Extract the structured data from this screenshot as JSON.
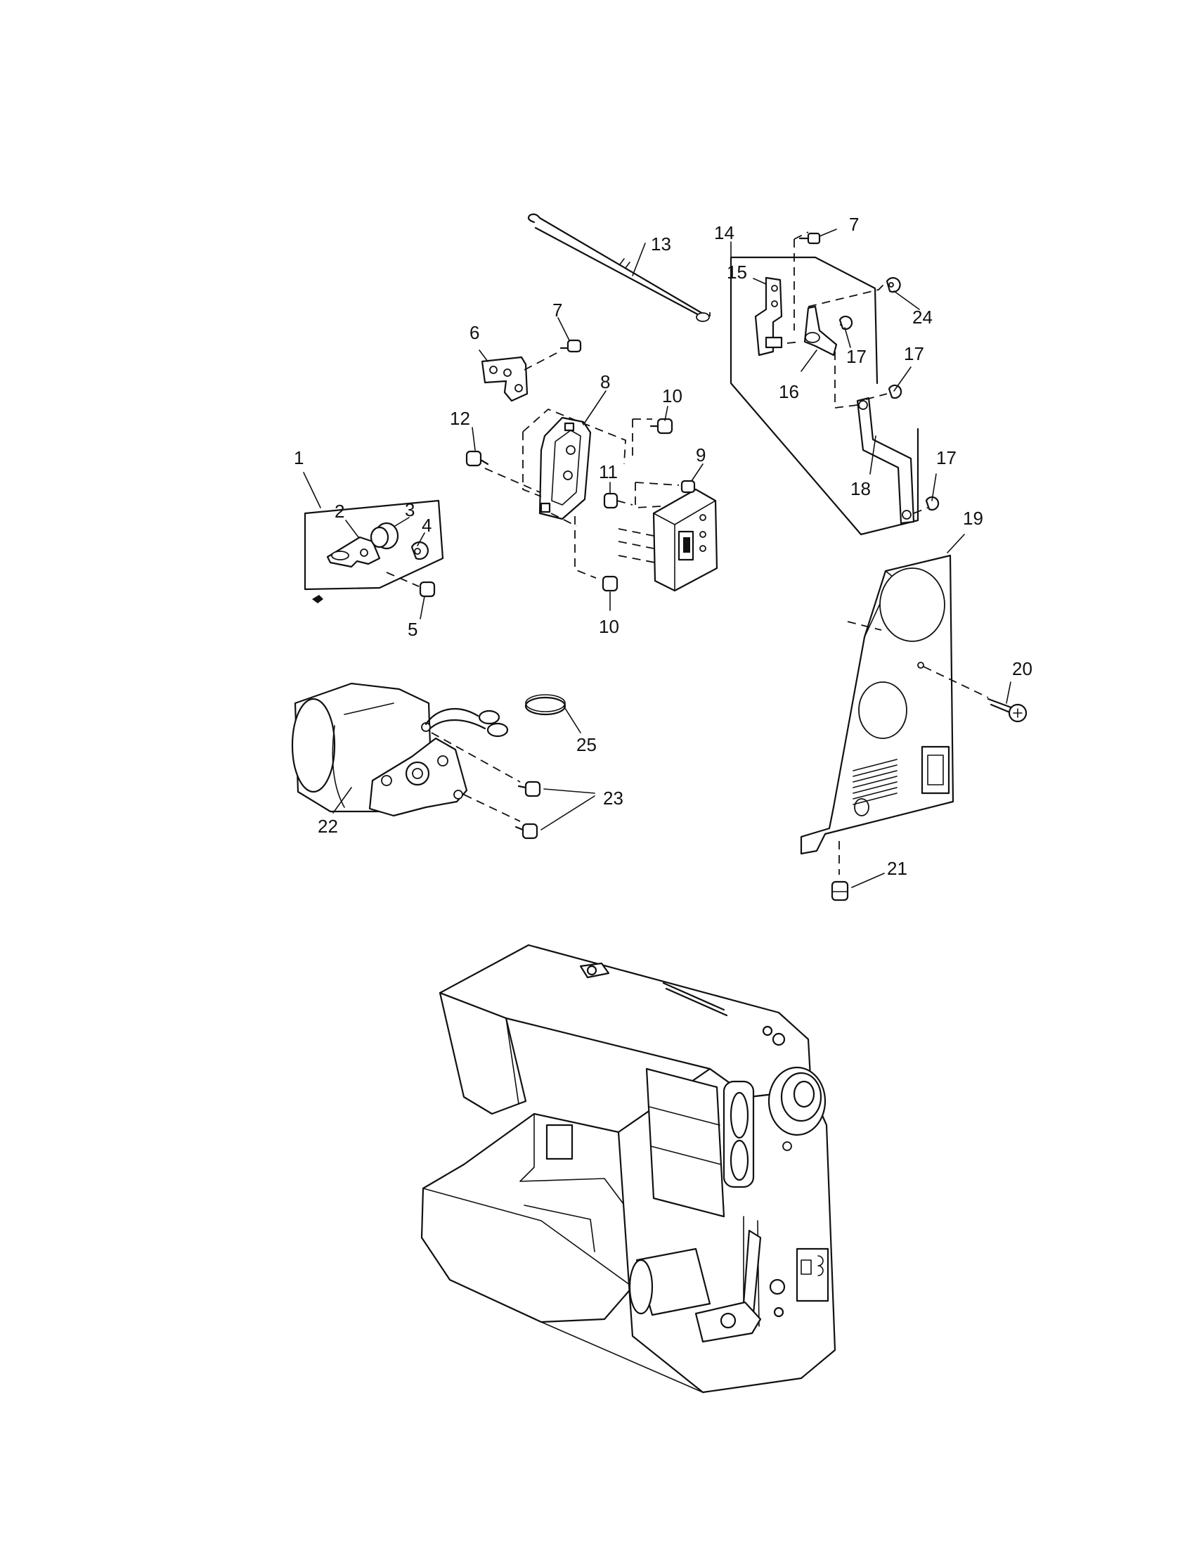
{
  "diagram": {
    "part_labels": [
      "1",
      "2",
      "3",
      "4",
      "5",
      "6",
      "7",
      "7",
      "8",
      "9",
      "10",
      "10",
      "11",
      "12",
      "13",
      "14",
      "15",
      "16",
      "17",
      "17",
      "17",
      "18",
      "19",
      "20",
      "21",
      "22",
      "23",
      "24",
      "25"
    ]
  },
  "colors": {
    "line": "#111111",
    "background": "#ffffff"
  },
  "icons": [
    "screw-icon",
    "e-ring-icon",
    "motor-icon",
    "sewing-machine-icon"
  ]
}
